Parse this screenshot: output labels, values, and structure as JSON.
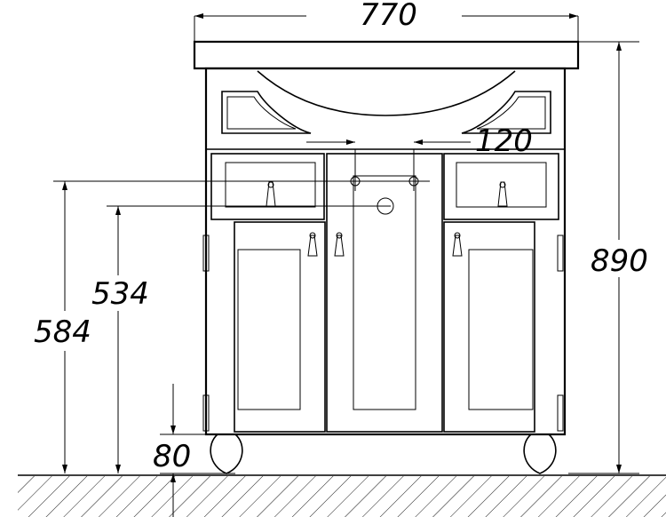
{
  "drawing": {
    "dimensions": {
      "overall_width": "770",
      "overall_height": "890",
      "drain_offset": "120",
      "height_584": "584",
      "height_534": "534",
      "leg_height": "80"
    }
  }
}
